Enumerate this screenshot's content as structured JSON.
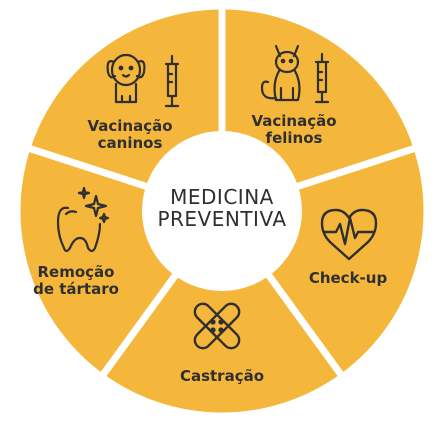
{
  "center": {
    "line1": "MEDICINA",
    "line2": "PREVENTIVA"
  },
  "segments": [
    {
      "key": "vac-caninos",
      "line1": "Vacinação",
      "line2": "caninos",
      "icon": "dog-and-syringe-icon"
    },
    {
      "key": "vac-felinos",
      "line1": "Vacinação",
      "line2": "felinos",
      "icon": "cat-and-syringe-icon"
    },
    {
      "key": "checkup",
      "line1": "Check-up",
      "icon": "heart-pulse-icon"
    },
    {
      "key": "castracao",
      "line1": "Castração",
      "icon": "crossed-bandage-icon"
    },
    {
      "key": "remocao",
      "line1": "Remoção",
      "line2": "de tártaro",
      "icon": "sparkling-tooth-icon"
    }
  ],
  "colors": {
    "segment_fill": "#f5b73b",
    "separator": "#ffffff",
    "center_fill": "#ffffff",
    "icon_stroke": "#2f2f2f",
    "text": "#2f2f2f"
  }
}
